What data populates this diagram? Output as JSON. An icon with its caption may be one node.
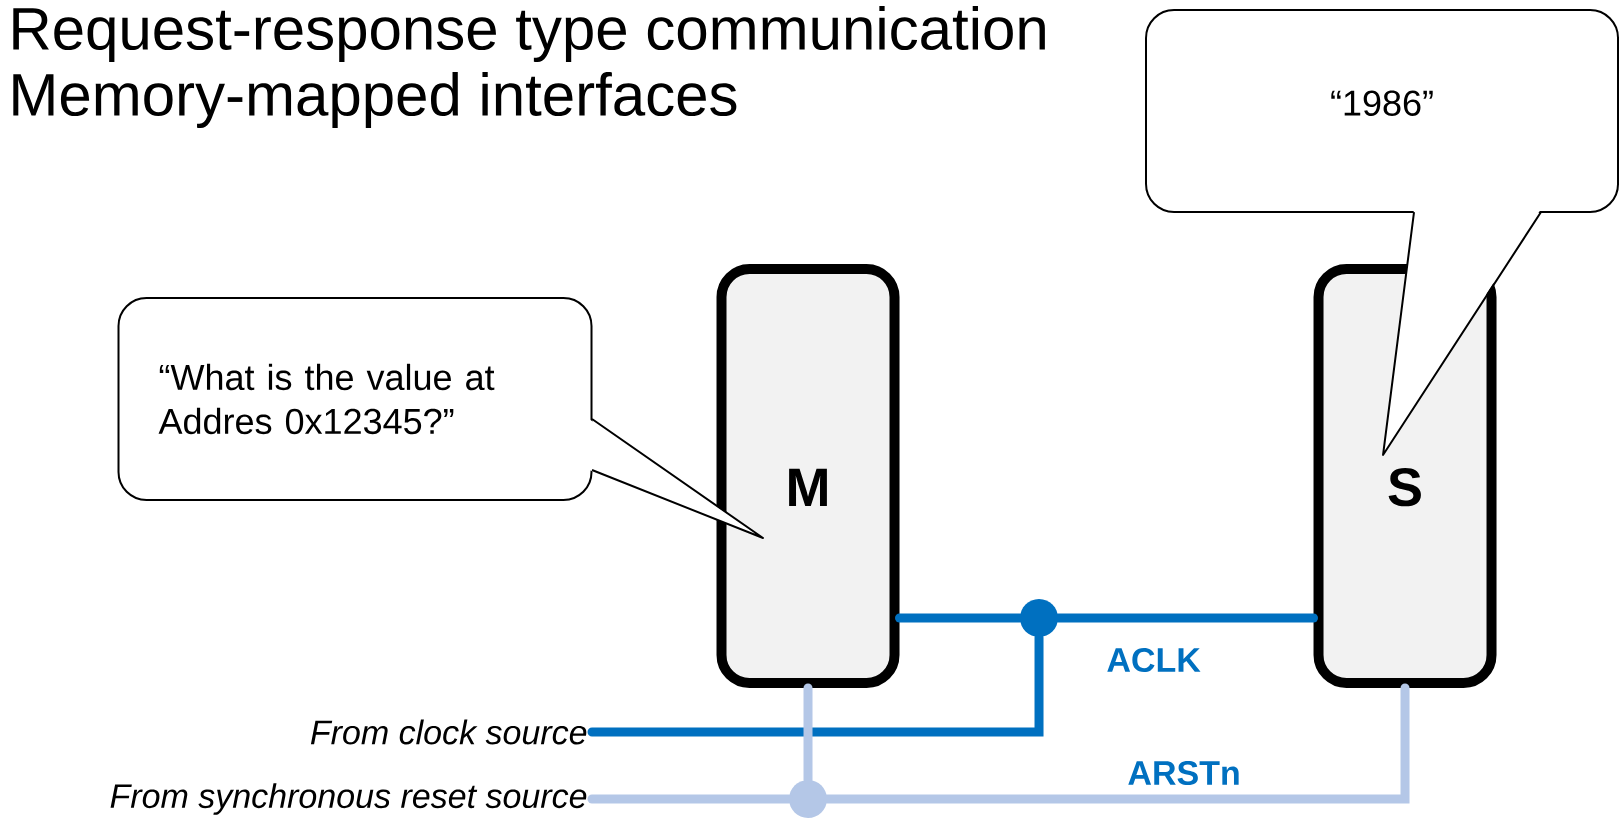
{
  "diagram": {
    "nodes": [
      {
        "text": [
          "M"
        ]
      },
      {
        "text": [
          "S"
        ]
      },
      {
        "text": [
          "“What is the value at Addres 0x12345?”"
        ]
      },
      {
        "text": [
          "“1986”"
        ]
      },
      {
        "text": [
          "From clock source"
        ]
      },
      {
        "text": [
          "From synchronous reset source"
        ]
      },
      {
        "text": [],
        "shape": "circle"
      },
      {
        "text": [],
        "shape": "circle"
      }
    ],
    "edges": [
      {
        "from": 0,
        "to": 6,
        "arrow": "none",
        "color": "#0070c0"
      },
      {
        "from": 6,
        "to": 1,
        "arrow": "none",
        "color": "#0070c0"
      },
      {
        "from": 4,
        "to": 6,
        "arrow": "none",
        "color": "#0070c0",
        "label": "ACLK"
      },
      {
        "from": 5,
        "to": 7,
        "arrow": "none",
        "color": "#b4c7e7"
      },
      {
        "from": 7,
        "to": 0,
        "arrow": "none",
        "color": "#b4c7e7"
      },
      {
        "from": 7,
        "to": 1,
        "arrow": "none",
        "color": "#b4c7e7",
        "label": "ARSTn"
      }
    ],
    "labels": [
      "Request-response type communication",
      "Memory-mapped interfaces"
    ]
  }
}
